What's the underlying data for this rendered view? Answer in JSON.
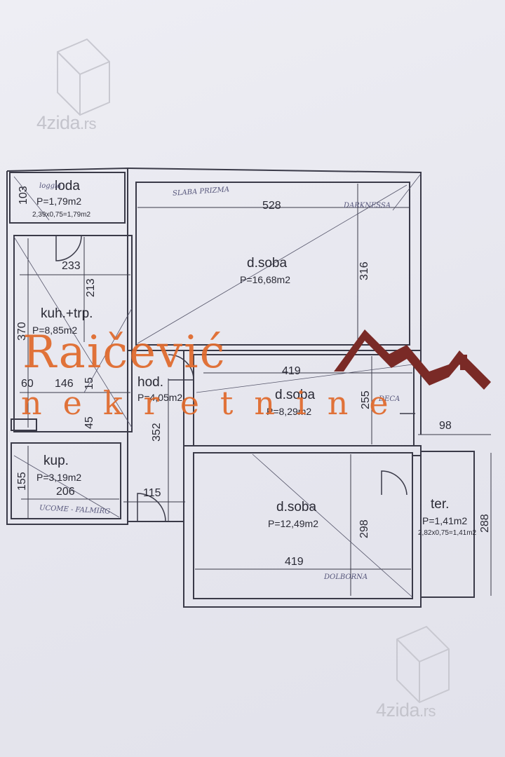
{
  "watermark": {
    "text": "4zida",
    "tld": ".rs"
  },
  "brand": {
    "name": "Raičević",
    "subtitle": "nekretnine",
    "roof_color": "#7a2a26",
    "text_color": "#e06a2c"
  },
  "rooms": {
    "loda": {
      "name": "loda",
      "area": "P=1,79m2",
      "calc": "2,39x0,75=1,79m2"
    },
    "kuh": {
      "name": "kuh.+trp.",
      "area": "P=8,85m2"
    },
    "soba1": {
      "name": "d.soba",
      "area": "P=16,68m2"
    },
    "soba2": {
      "name": "d.soba",
      "area": "P=8,29m2"
    },
    "hod": {
      "name": "hod.",
      "area": "P=4,05m2"
    },
    "kup": {
      "name": "kup.",
      "area": "P=3,19m2"
    },
    "soba3": {
      "name": "d.soba",
      "area": "P=12,49m2"
    },
    "ter": {
      "name": "ter.",
      "area": "P=1,41m2",
      "calc": "2,82x0,75=1,41m2"
    }
  },
  "dims": {
    "d528": "528",
    "d316": "316",
    "d233": "233",
    "d213": "213",
    "d370": "370",
    "d103": "103",
    "d60": "60",
    "d146": "146",
    "d15": "15",
    "d45": "45",
    "d352": "352",
    "d419a": "419",
    "d255": "255",
    "d98": "98",
    "d155": "155",
    "d206": "206",
    "d115": "115",
    "d298": "298",
    "d419b": "419",
    "d288": "288"
  },
  "handwriting": {
    "loggia": "loggia",
    "slaba": "SLABA PRIZMA",
    "darknessa": "DARKNESSA",
    "deca": "DECA",
    "ucome": "UCOME - FALMIRG",
    "dolbo": "DOLBORNA"
  }
}
